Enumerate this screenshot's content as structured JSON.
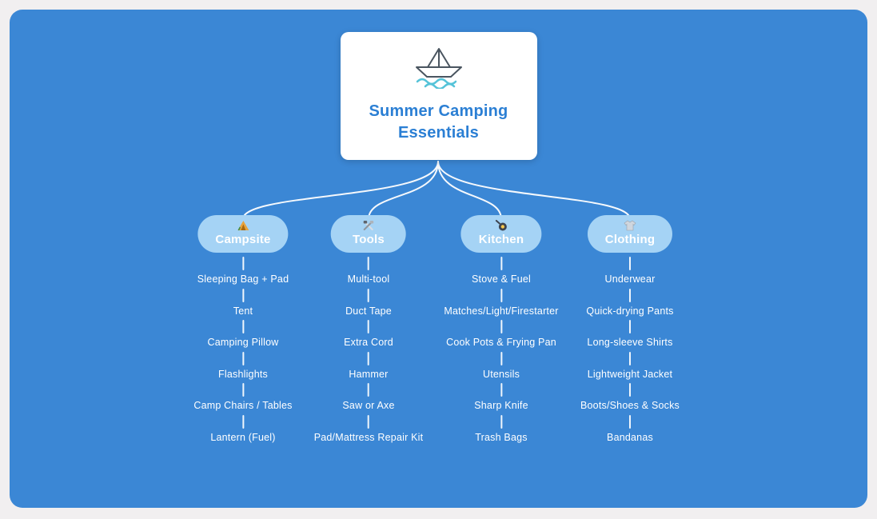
{
  "root": {
    "title": "Summer Camping Essentials",
    "icon": "paper-boat-icon"
  },
  "branches": [
    {
      "label": "Campsite",
      "icon": "camping-icon",
      "items": [
        "Sleeping Bag + Pad",
        "Tent",
        "Camping Pillow",
        "Flashlights",
        "Camp Chairs / Tables",
        "Lantern (Fuel)"
      ]
    },
    {
      "label": "Tools",
      "icon": "hammer-pick-icon",
      "items": [
        "Multi-tool",
        "Duct Tape",
        "Extra Cord",
        "Hammer",
        "Saw or Axe",
        "Pad/Mattress Repair Kit"
      ]
    },
    {
      "label": "Kitchen",
      "icon": "frying-pan-icon",
      "items": [
        "Stove & Fuel",
        "Matches/Light/Firestarter",
        "Cook Pots & Frying Pan",
        "Utensils",
        "Sharp Knife",
        "Trash Bags"
      ]
    },
    {
      "label": "Clothing",
      "icon": "clothing-icon",
      "items": [
        "Underwear",
        "Quick-drying Pants",
        "Long-sleeve Shirts",
        "Lightweight Jacket",
        "Boots/Shoes & Socks",
        "Bandanas"
      ]
    }
  ],
  "colors": {
    "canvas_background": "#f1eff0",
    "panel_background": "#3b87d5",
    "branch_pill": "#a5d3f5",
    "root_title_text": "#2b7fd4",
    "connector": "#ffffff",
    "leaf_text": "#ffffff"
  }
}
